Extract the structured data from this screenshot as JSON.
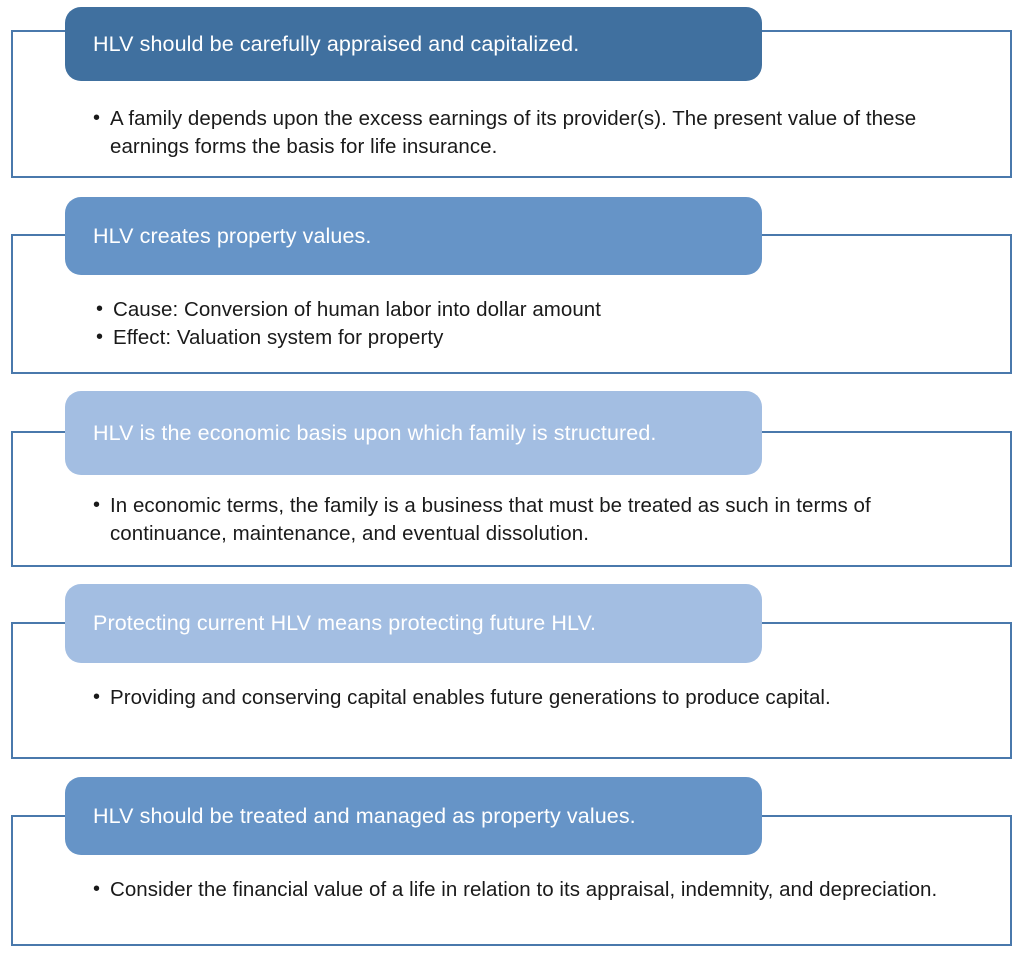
{
  "title": "Human Life Value (HLV) concept blocks",
  "colors": {
    "border": "#4a79ac",
    "pill_dark": "#40709f",
    "pill_mid": "#6694c7",
    "pill_light": "#a3bee2",
    "text": "#1a1a1a",
    "pill_text": "#ffffff",
    "background": "#ffffff"
  },
  "bullet_glyph": "•",
  "groups": [
    {
      "id": "hlv-appraised-capitalized",
      "heading": "HLV should be carefully appraised and capitalized.",
      "tone": "dark",
      "bullets": [
        "A family depends upon the excess earnings of its provider(s). The present value of these earnings forms the basis for life insurance."
      ]
    },
    {
      "id": "hlv-creates-property-values",
      "heading": "HLV creates property values.",
      "tone": "mid",
      "bullets": [
        "Cause: Conversion of human labor into dollar amount",
        "Effect: Valuation system for property"
      ]
    },
    {
      "id": "hlv-economic-basis-family",
      "heading": "HLV is the economic basis upon which family is structured.",
      "tone": "light",
      "bullets": [
        "In economic terms, the family is a business that must be treated as such in terms of continuance, maintenance, and eventual dissolution."
      ]
    },
    {
      "id": "protecting-current-future-hlv",
      "heading": "Protecting current HLV means protecting future HLV.",
      "tone": "light",
      "bullets": [
        "Providing and conserving capital enables future generations to produce capital."
      ]
    },
    {
      "id": "hlv-treated-managed-property",
      "heading": "HLV should be treated and managed as property values.",
      "tone": "mid",
      "bullets": [
        "Consider the financial value of a life in relation to its appraisal, indemnity, and depreciation."
      ]
    }
  ]
}
